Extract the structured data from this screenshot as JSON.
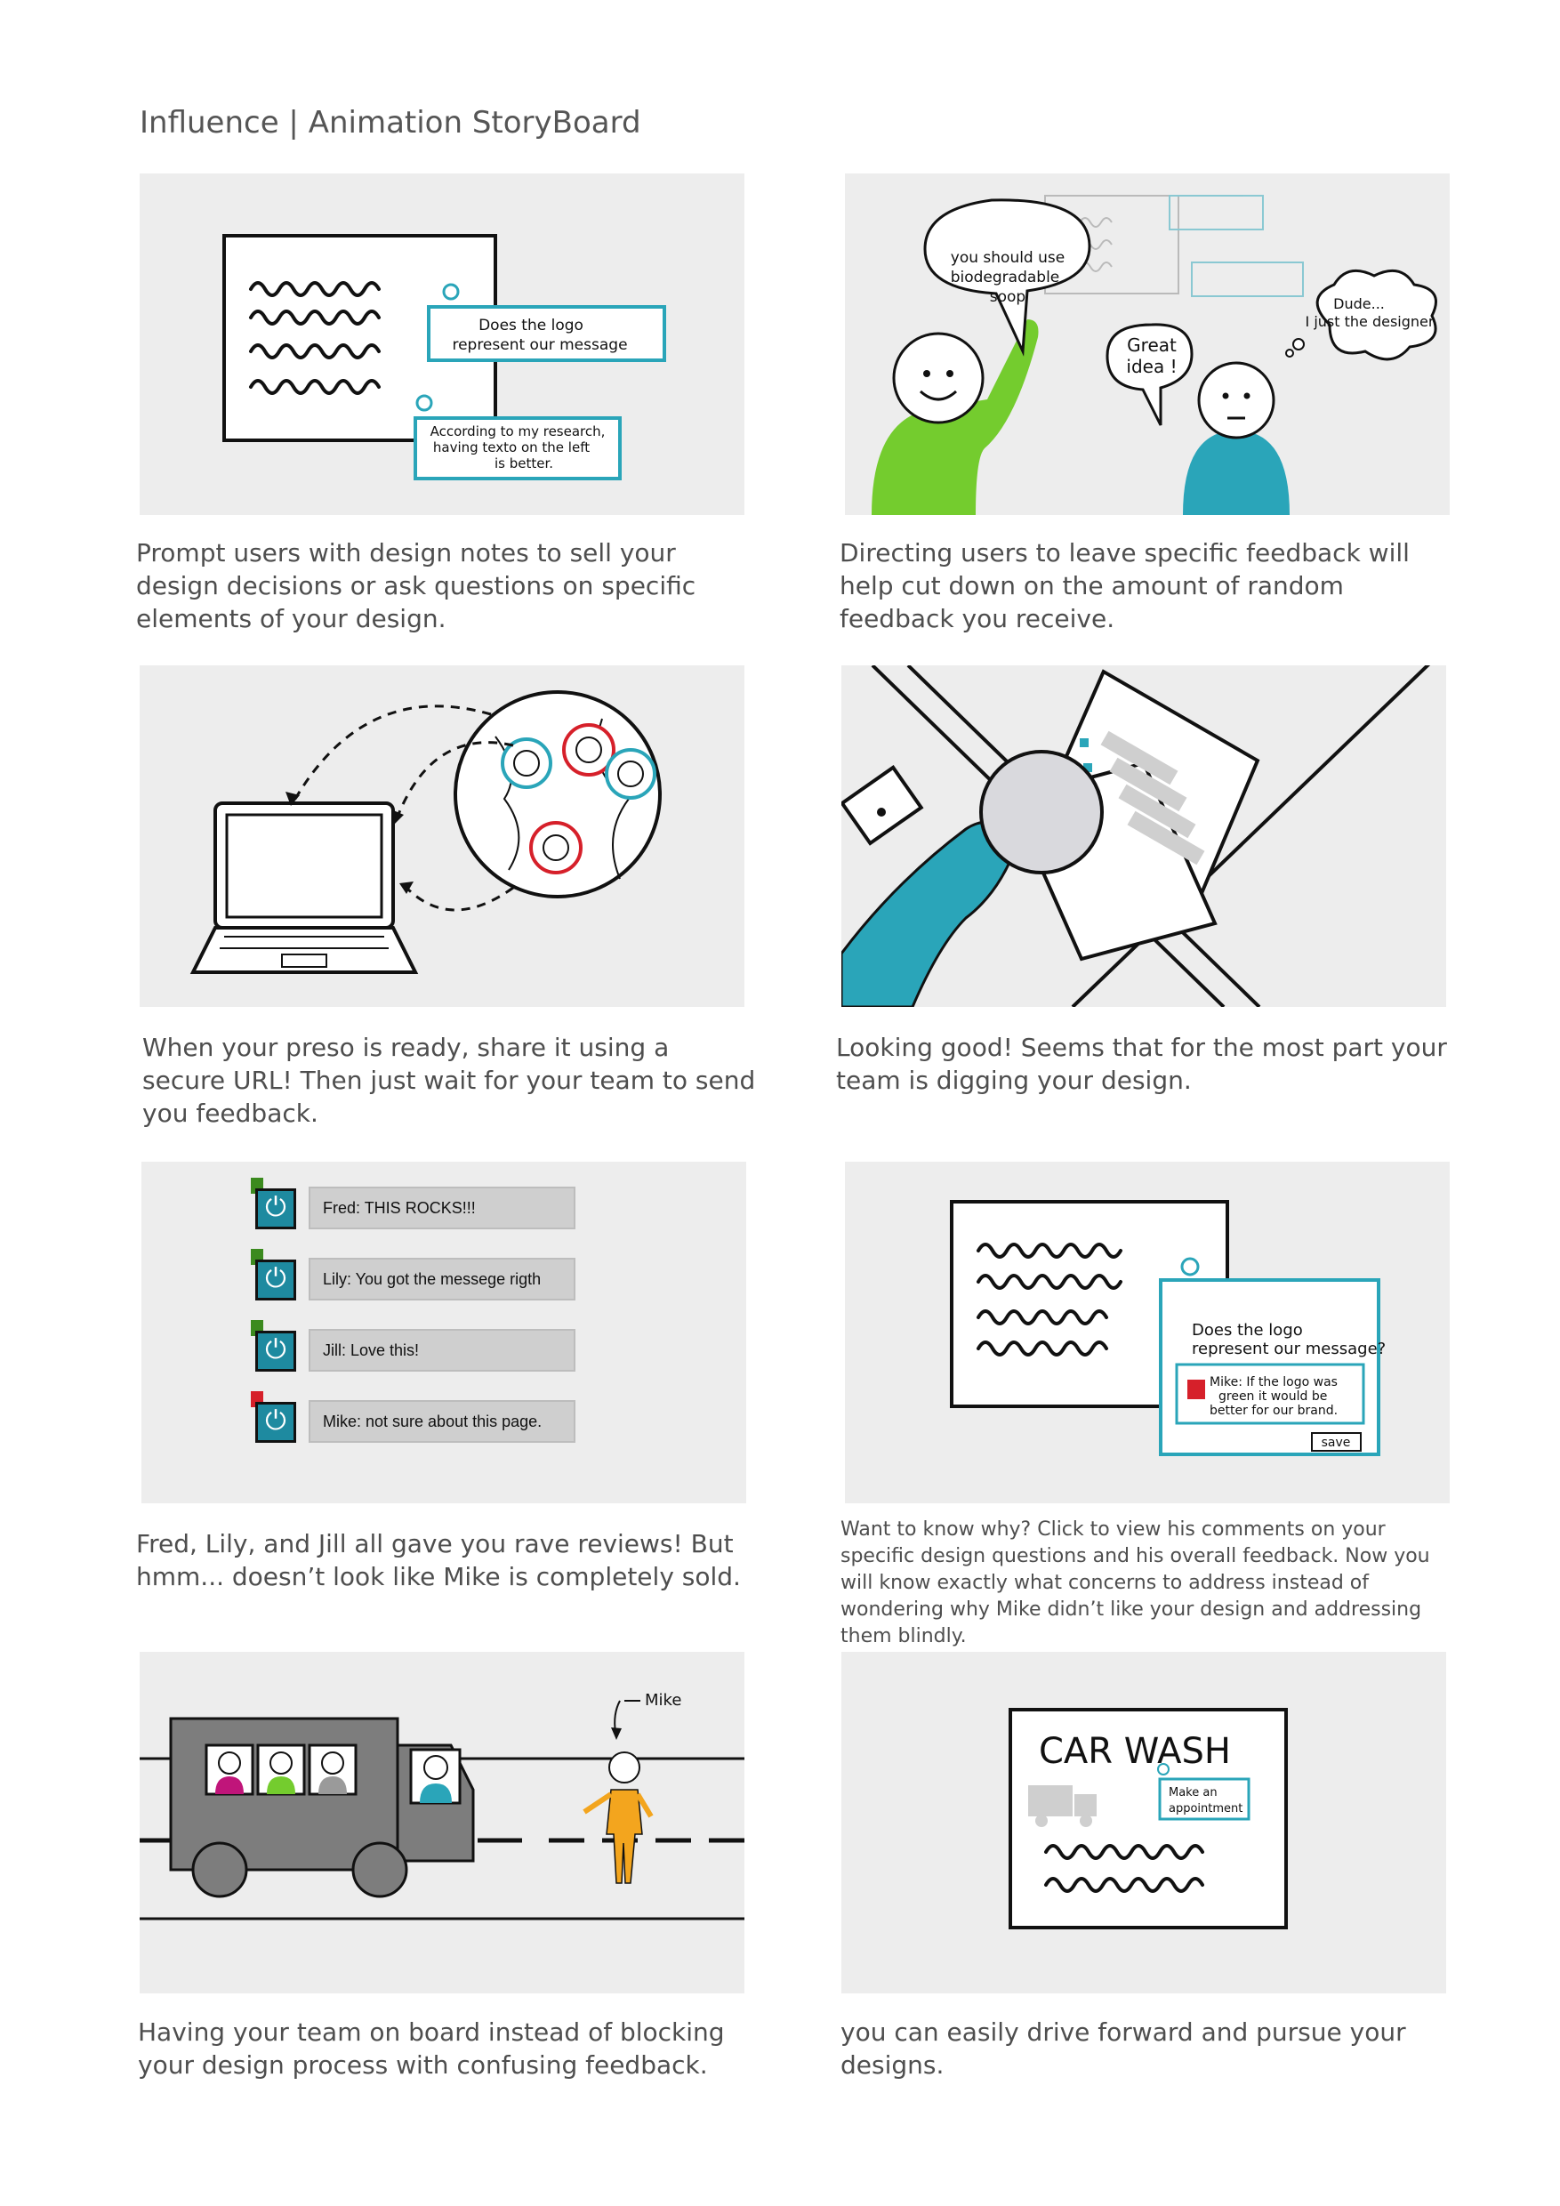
{
  "header": {
    "title": "Influence | Animation StoryBoard"
  },
  "frames": [
    {
      "caption": "Prompt users with design notes to sell your design decisions or ask questions on specific elements of your design.",
      "note1_line1": "Does the logo",
      "note1_line2": "represent our message",
      "note2_line1": "According to my research,",
      "note2_line2": "having texto on the left",
      "note2_line3": "is better."
    },
    {
      "caption": "Directing users to leave specific feedback will help cut down on the amount of random feedback you receive.",
      "bubble1_line1": "you should use",
      "bubble1_line2": "biodegradable",
      "bubble1_line3": "soop",
      "bubble2_line1": "Great",
      "bubble2_line2": "idea !",
      "thought_line1": "Dude...",
      "thought_line2": "I just the designer"
    },
    {
      "caption": "When your preso is ready, share it using a secure URL! Then just wait for your team to send you feedback."
    },
    {
      "caption": "Looking good! Seems that for the most part your team is digging your design."
    },
    {
      "caption": "Fred, Lily, and Jill all gave you rave reviews!  But hmm... doesn’t look like Mike is completely sold.",
      "comments": [
        {
          "text": "Fred: THIS ROCKS!!!",
          "vote": "up"
        },
        {
          "text": "Lily: You got the messege rigth",
          "vote": "up"
        },
        {
          "text": "Jill: Love this!",
          "vote": "up"
        },
        {
          "text": "Mike: not sure about this page.",
          "vote": "down"
        }
      ]
    },
    {
      "caption": "Want to know why? Click to view his comments on your specific design questions and his overall feedback.  Now you will know exactly what concerns to address instead of wondering why Mike didn’t like your design and addressing them blindly.",
      "question_line1": "Does the logo",
      "question_line2": "represent our message?",
      "reply_line1": "Mike: If the logo was",
      "reply_line2": "green it would be",
      "reply_line3": "better for our brand.",
      "save_label": "save"
    },
    {
      "caption": "Having your team  on board instead of blocking your design process with confusing feedback.",
      "person_label": "Mike"
    },
    {
      "caption": "you can easily drive forward and pursue your designs.",
      "sign_title": "CAR WASH",
      "sign_note_line1": "Make an",
      "sign_note_line2": "appointment"
    }
  ],
  "colors": {
    "panel_bg": "#ededed",
    "teal": "#2aa5b9",
    "green": "#74cc2e",
    "red": "#d6202a",
    "orange": "#f3a51e",
    "thumb_green": "#3b8a1e"
  }
}
